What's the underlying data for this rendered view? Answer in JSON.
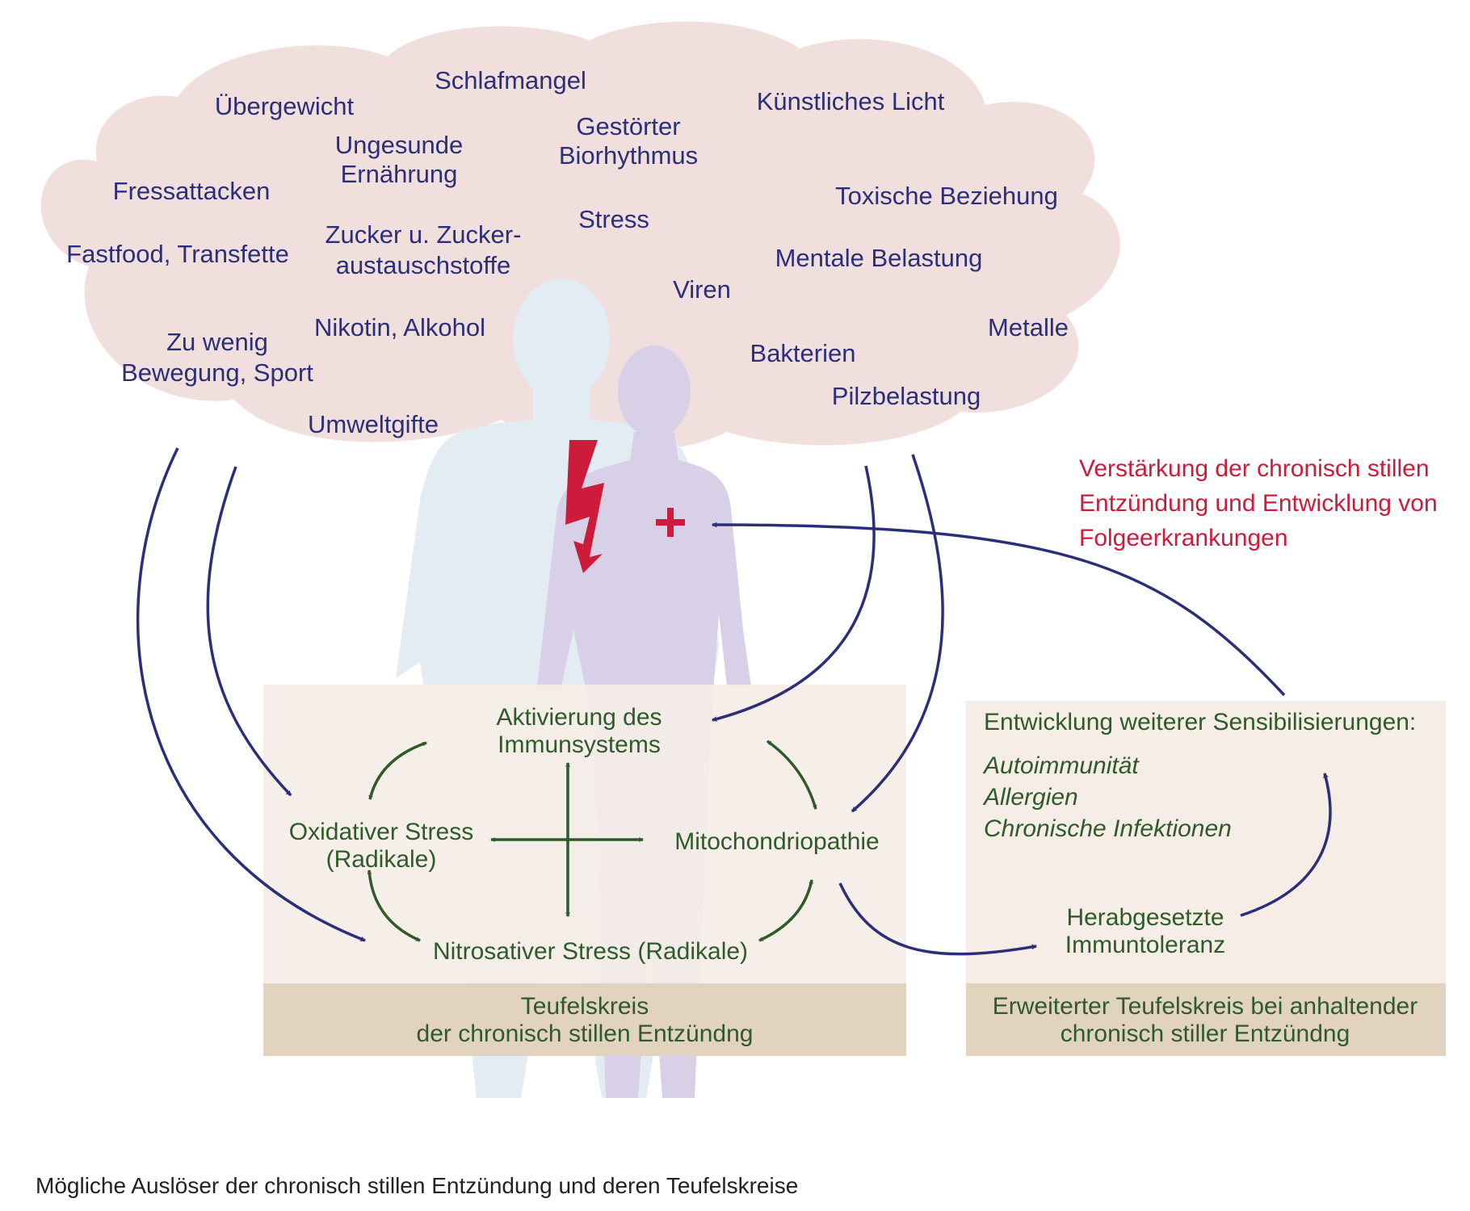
{
  "colors": {
    "cloud": "#f0dfdd",
    "box": "#f5ede6",
    "box_footer": "#e2d3bf",
    "man": "#e3ebf3",
    "woman": "#d7d0e6",
    "navy": "#2b2f7a",
    "green": "#2f5a2a",
    "red": "#cc1b3b"
  },
  "triggers": [
    "Übergewicht",
    "Schlafmangel",
    "Künstliches Licht",
    "Ungesunde Ernährung",
    "Gestörter Biorhythmus",
    "Fressattacken",
    "Toxische Beziehung",
    "Stress",
    "Zucker u. Zucker- austauschstoffe",
    "Fastfood, Transfette",
    "Mentale Belastung",
    "Viren",
    "Metalle",
    "Nikotin, Alkohol",
    "Zu wenig Bewegung, Sport",
    "Bakterien",
    "Pilzbelastung",
    "Umweltgifte"
  ],
  "red_note": "Verstärkung der chronisch stillen Entzündung und Entwicklung von Folgeerkrankungen",
  "left_box": {
    "immune": "Aktivierung des Immunsystems",
    "oxidative": "Oxidativer Stress (Radikale)",
    "mito": "Mitochondriopathie",
    "nitrosative": "Nitrosativer Stress (Radikale)",
    "footer": "Teufelskreis der chronisch stillen Entzündng"
  },
  "right_box": {
    "title": "Entwicklung weiterer Sensibilisierungen:",
    "items": [
      "Autoimmunität",
      "Allergien",
      "Chronische Infektionen"
    ],
    "tolerance": "Herabgesetzte Immuntoleranz",
    "footer": "Erweiterter Teufelskreis bei anhaltender chronisch stiller Entzündng"
  },
  "caption": "Mögliche Auslöser der chronisch stillen Entzündung und deren Teufelskreise"
}
